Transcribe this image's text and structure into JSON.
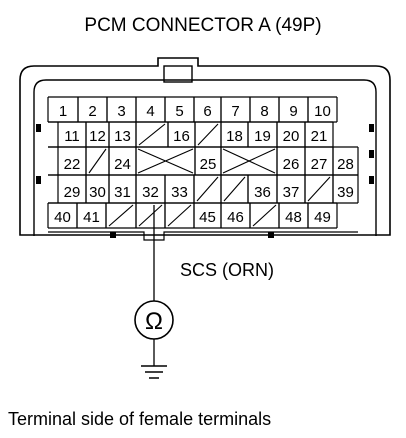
{
  "title": "PCM CONNECTOR A (49P)",
  "signal_label": "SCS (ORN)",
  "meter_symbol": "Ω",
  "footer": "Terminal side of female terminals",
  "terminals": [
    [
      "1",
      "2",
      "3",
      "4",
      "5",
      "6",
      "7",
      "8",
      "9",
      "10"
    ],
    [
      "",
      "11",
      "12",
      "13",
      "",
      "16",
      "",
      "18",
      "19",
      "20",
      "21"
    ],
    [
      "",
      "22",
      "",
      "24",
      "",
      "25",
      "",
      "26",
      "27",
      "28"
    ],
    [
      "",
      "29",
      "30",
      "31",
      "32",
      "33",
      "",
      "",
      "36",
      "37",
      "",
      "39"
    ],
    [
      "40",
      "41",
      "",
      "",
      "",
      "45",
      "46",
      "",
      "48",
      "49"
    ]
  ],
  "icons": {
    "meter": "ohmmeter-icon",
    "ground": "ground-icon"
  }
}
